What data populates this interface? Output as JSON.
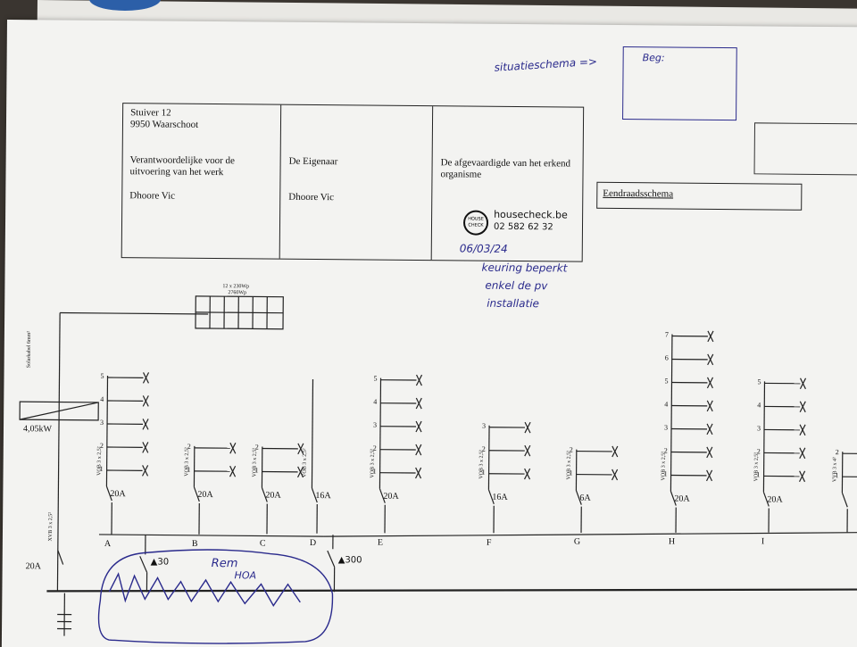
{
  "header": {
    "address_line1": "Stuiver 12",
    "address_line2": "9950 Waarschoot",
    "responsible_label_1": "Verantwoordelijke voor de",
    "responsible_label_2": "uitvoering van het werk",
    "responsible_name": "Dhoore Vic",
    "owner_label": "De Eigenaar",
    "owner_name": "Dhoore Vic",
    "organism_label_1": "De afgevaardigde van het erkend",
    "organism_label_2": "organisme",
    "stamp_site": "housecheck.be",
    "stamp_phone": "02 582 62 32",
    "stamp_logo_1": "HOUSE",
    "stamp_logo_2": "CHECK"
  },
  "title_box": "Eendraadsschema",
  "handwriting": {
    "situatie": "situatieschema =>",
    "beging": "Beg:",
    "date_sign": "06/03/24",
    "note_1": "keuring beperkt",
    "note_2": "enkel de pv",
    "note_3": "installatie",
    "rem_1": "Rem",
    "rem_2": "HOA"
  },
  "pv": {
    "panels": "12 x 230Wp",
    "total": "2760Wp",
    "cable": "Solarkabel 6mm²",
    "inverter": "4,05kW"
  },
  "main": {
    "cable": "XVB 3 x 2,5²",
    "breaker": "20A",
    "diff_1": "▲30",
    "diff_2": "▲300"
  },
  "circuits": [
    {
      "letter": "A",
      "amp": "20A",
      "cable": "VOB 3 x 2,5²",
      "numbers": [
        "5",
        "4",
        "3",
        "2",
        "1"
      ]
    },
    {
      "letter": "B",
      "amp": "20A",
      "cable": "VOB 3 x 2,5²",
      "numbers": [
        "2",
        "1"
      ]
    },
    {
      "letter": "C",
      "amp": "20A",
      "cable": "VOB 3 x 2,5²",
      "numbers": [
        "2",
        "1"
      ]
    },
    {
      "letter": "D",
      "amp": "16A",
      "cable": "VOB 3 x 2,5²",
      "numbers": []
    },
    {
      "letter": "E",
      "amp": "20A",
      "cable": "VOB 3 x 2,5²",
      "numbers": [
        "5",
        "4",
        "3",
        "2",
        "1"
      ]
    },
    {
      "letter": "F",
      "amp": "16A",
      "cable": "VOB 3 x 2,5²",
      "numbers": [
        "3",
        "2",
        "1"
      ]
    },
    {
      "letter": "G",
      "amp": "6A",
      "cable": "VOB 3 x 2,5²",
      "numbers": [
        "2",
        "1"
      ]
    },
    {
      "letter": "H",
      "amp": "20A",
      "cable": "VOB 3 x 2,5²",
      "numbers": [
        "7",
        "6",
        "5",
        "4",
        "3",
        "2",
        "1"
      ]
    },
    {
      "letter": "I",
      "amp": "20A",
      "cable": "VOB 3 x 2,5²",
      "numbers": [
        "5",
        "4",
        "3",
        "2",
        "1"
      ]
    },
    {
      "letter": "",
      "amp": "",
      "cable": "VVB 3 x 4²",
      "numbers": [
        "2",
        "1"
      ]
    }
  ]
}
